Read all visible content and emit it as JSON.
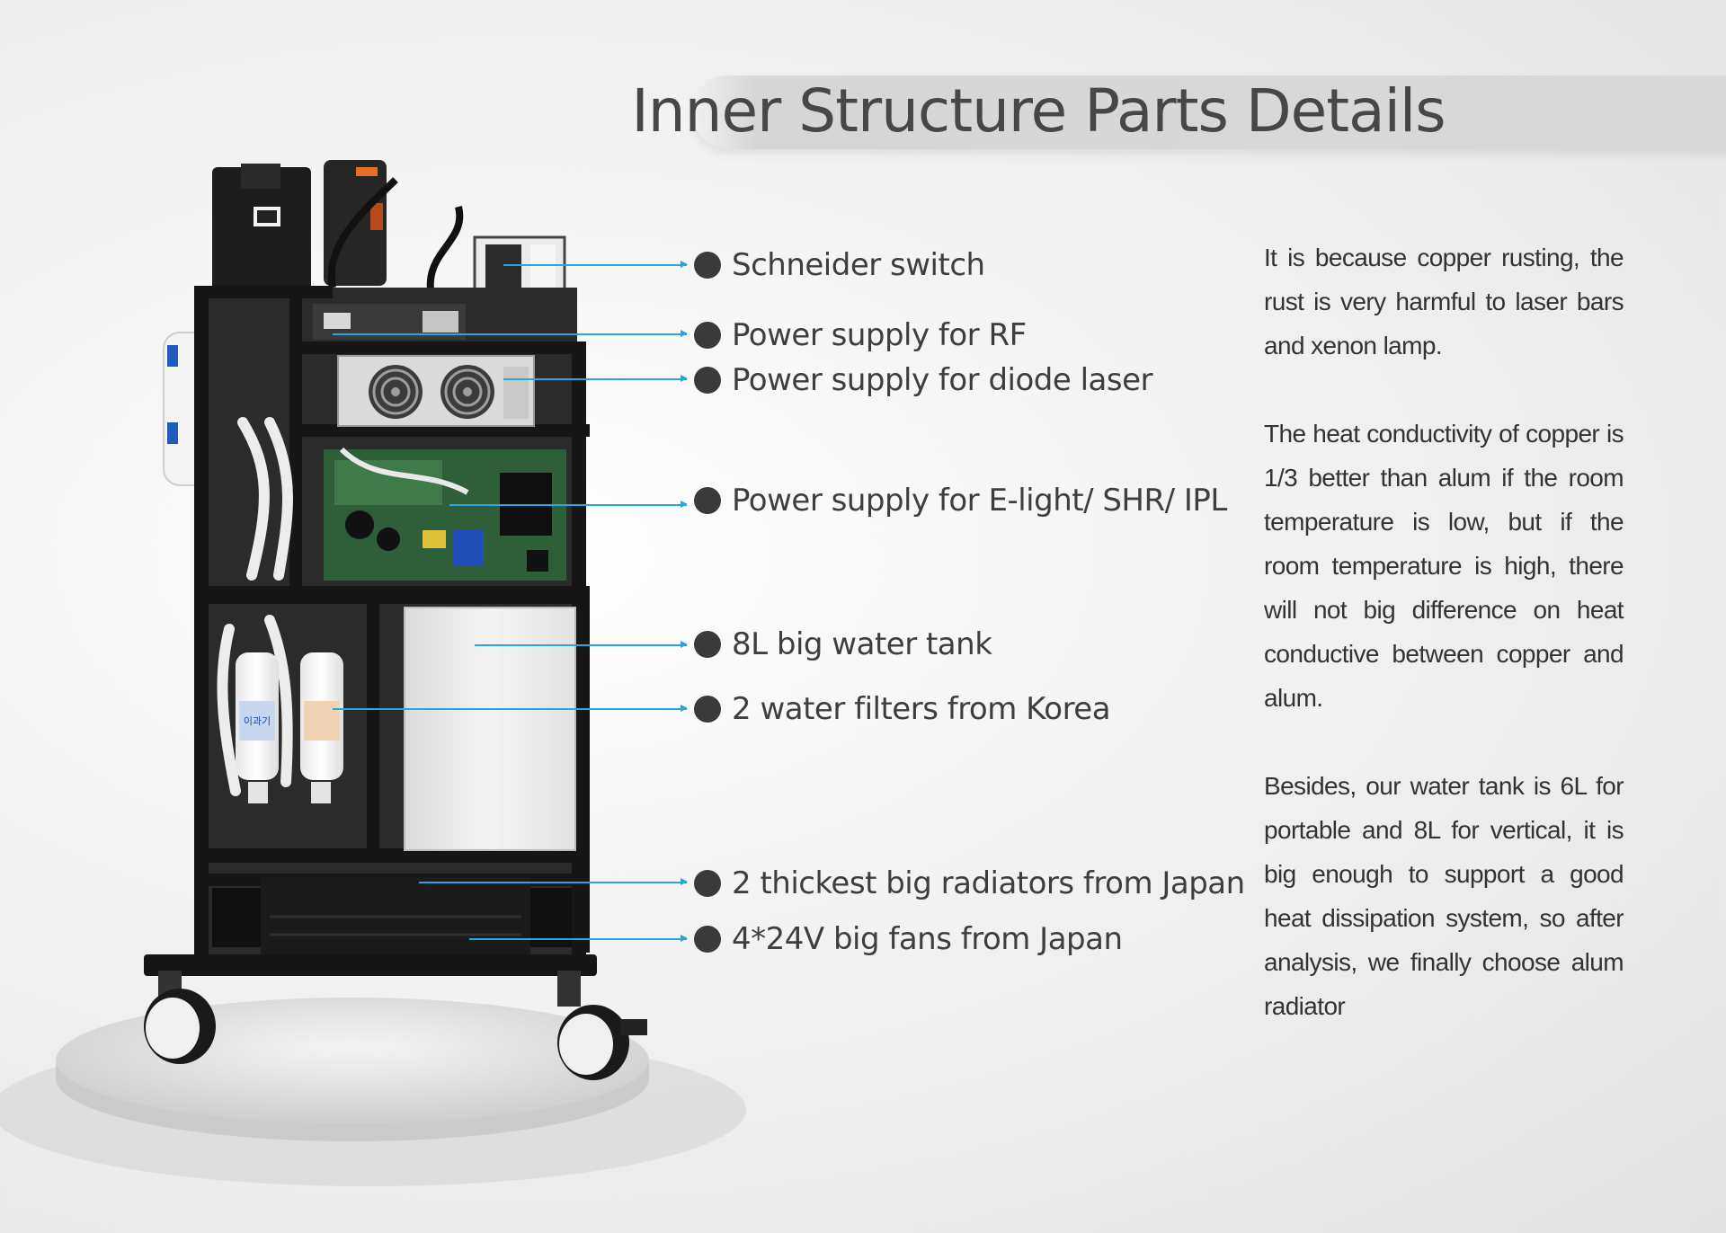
{
  "title": "Inner Structure Parts Details",
  "callouts": [
    {
      "label": "Schneider switch"
    },
    {
      "label": "Power supply for RF"
    },
    {
      "label": "Power supply for diode laser"
    },
    {
      "label": "Power supply for E-light/ SHR/ IPL"
    },
    {
      "label": "8L big water tank"
    },
    {
      "label": "2 water filters from Korea"
    },
    {
      "label": "2 thickest big radiators from Japan"
    },
    {
      "label": "4*24V big fans from Japan"
    }
  ],
  "paragraphs": [
    "It is because copper rusting, the rust is very harmful to laser bars and xenon lamp.",
    "The heat conductivity of copper is 1/3 better than alum if the room temperature is low, but if the room temperature is high, there will not big difference on heat conductive between copper and alum.",
    "Besides, our water tank is 6L for portable and 8L for vertical, it is big enough to support a good heat dissipation system, so after analysis, we finally choose alum radiator"
  ],
  "colors": {
    "leader_line": "#29a6de",
    "title_bar": "#d9d9d9",
    "text": "#3e3e3e"
  },
  "filter_label_text": "이과기"
}
